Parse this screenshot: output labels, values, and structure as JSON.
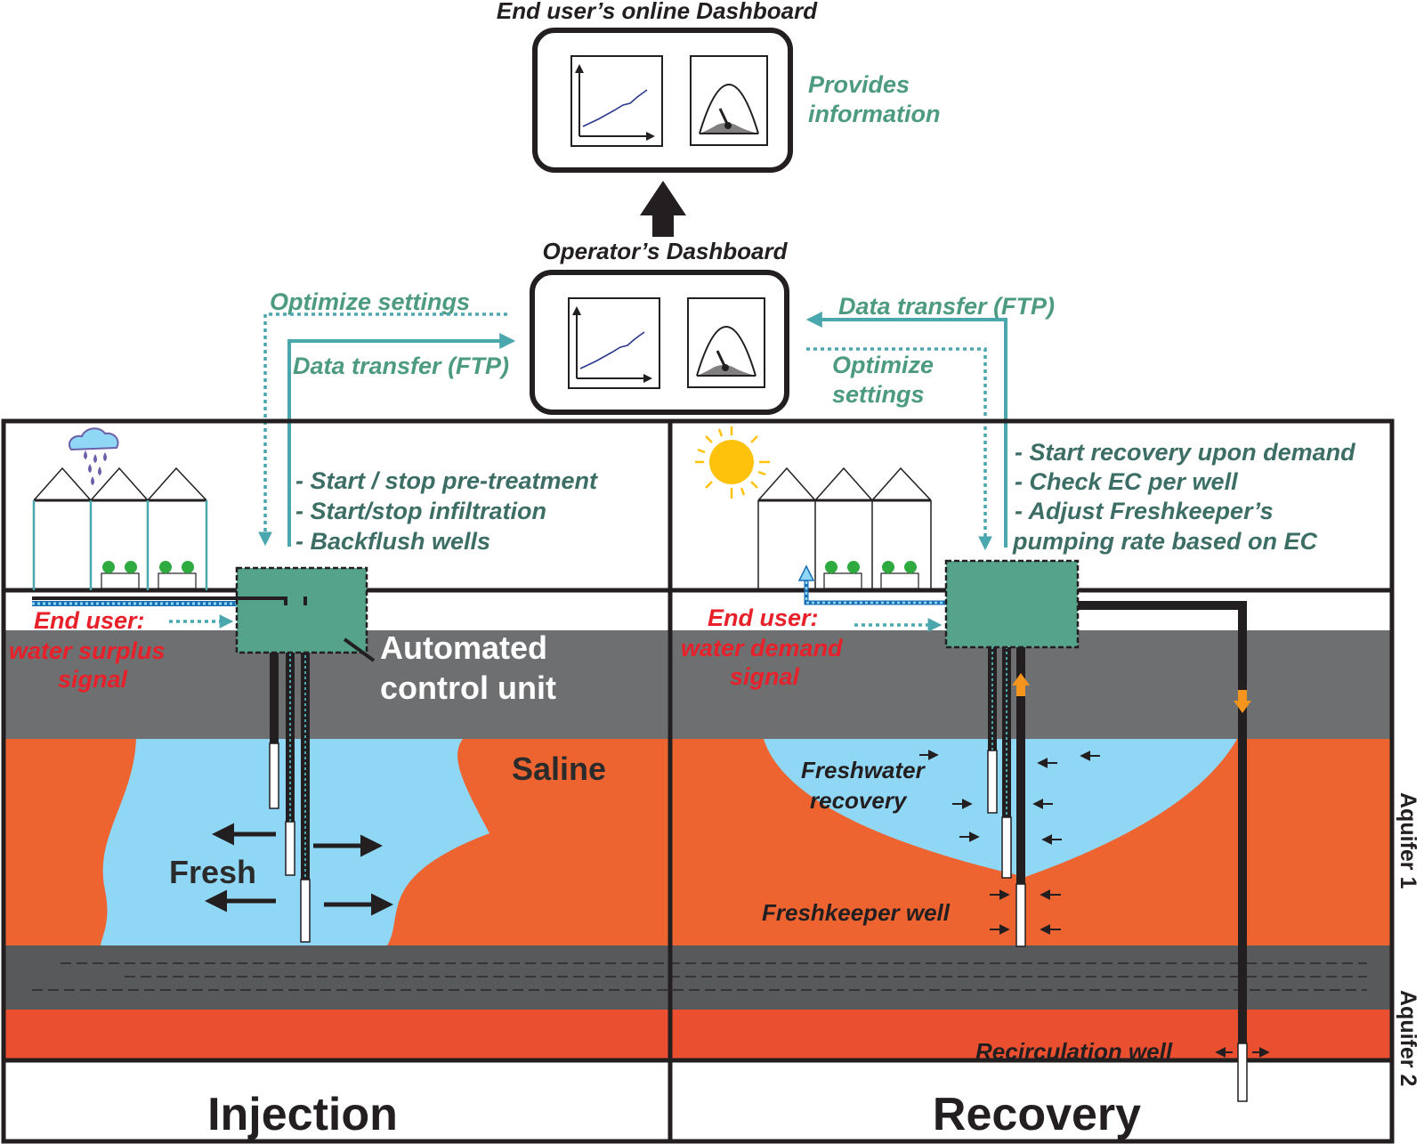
{
  "end_user_dashboard": {
    "title": "End user’s online Dashboard",
    "note_line1": "Provides",
    "note_line2": "information"
  },
  "operator_dashboard": {
    "title": "Operator’s Dashboard"
  },
  "left_links": {
    "optimize": "Optimize settings",
    "data_transfer": "Data transfer (FTP)"
  },
  "right_links": {
    "data_transfer": "Data transfer (FTP)",
    "optimize_line1": "Optimize",
    "optimize_line2": "settings"
  },
  "injection": {
    "actions": [
      "- Start / stop pre-treatment",
      "- Start/stop infiltration",
      "- Backflush wells"
    ],
    "end_user_label": "End user:",
    "signal_line1": "water surplus",
    "signal_line2": "signal",
    "control_unit_line1": "Automated",
    "control_unit_line2": "control unit",
    "saline": "Saline",
    "fresh": "Fresh",
    "panel_label": "Injection"
  },
  "recovery": {
    "actions": [
      "- Start recovery upon demand",
      "- Check EC per well",
      "- Adjust Freshkeeper’s",
      "pumping rate based on EC"
    ],
    "end_user_label": "End user:",
    "signal_line1": "water demand",
    "signal_line2": "signal",
    "freshwater_line1": "Freshwater",
    "freshwater_line2": "recovery",
    "freshkeeper": "Freshkeeper well",
    "recirculation": "Recirculation well",
    "panel_label": "Recovery"
  },
  "aquifers": {
    "aquifer1": "Aquifer 1",
    "aquifer2": "Aquifer 2"
  },
  "colors": {
    "saline": "#ee6431",
    "saline_deep": "#ea4f30",
    "fresh": "#8fd7f5",
    "clay": "#6e6f71",
    "clay_dark": "#58595b",
    "control_unit": "#55a38a",
    "link": "#4aa7ad",
    "signal_text": "#e8202a",
    "note_text": "#4c9b80",
    "sun": "#fec20d",
    "rain": "#6a5fa8"
  },
  "icons": [
    "line-chart-icon",
    "gauge-icon",
    "rain-cloud-icon",
    "sun-icon",
    "greenhouse-icon",
    "plant-icon"
  ]
}
